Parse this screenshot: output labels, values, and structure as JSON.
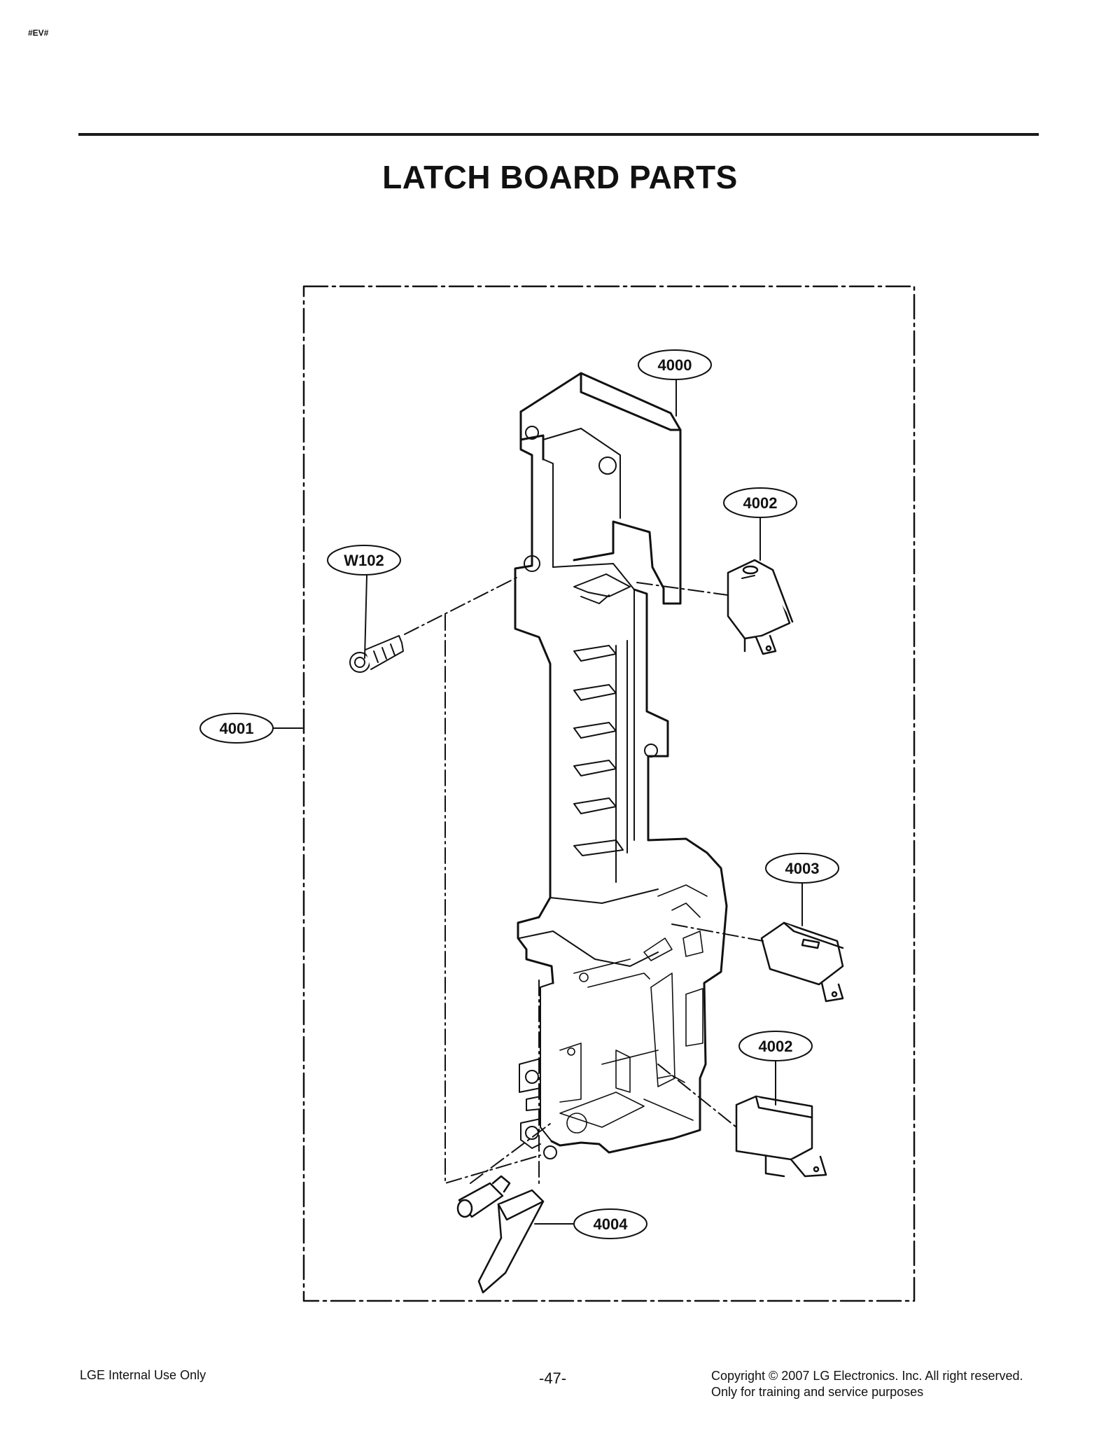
{
  "header": {
    "corner_tag": "#EV#",
    "title": "LATCH BOARD PARTS"
  },
  "callouts": {
    "c4000": "4000",
    "c4002_top": "4002",
    "cW102": "W102",
    "c4001": "4001",
    "c4003": "4003",
    "c4002_bottom": "4002",
    "c4004": "4004"
  },
  "footer": {
    "left": "LGE Internal Use Only",
    "page_number": "-47-",
    "copyright_line1": "Copyright © 2007 LG Electronics. Inc. All right reserved.",
    "copyright_line2": "Only for training and service purposes"
  }
}
